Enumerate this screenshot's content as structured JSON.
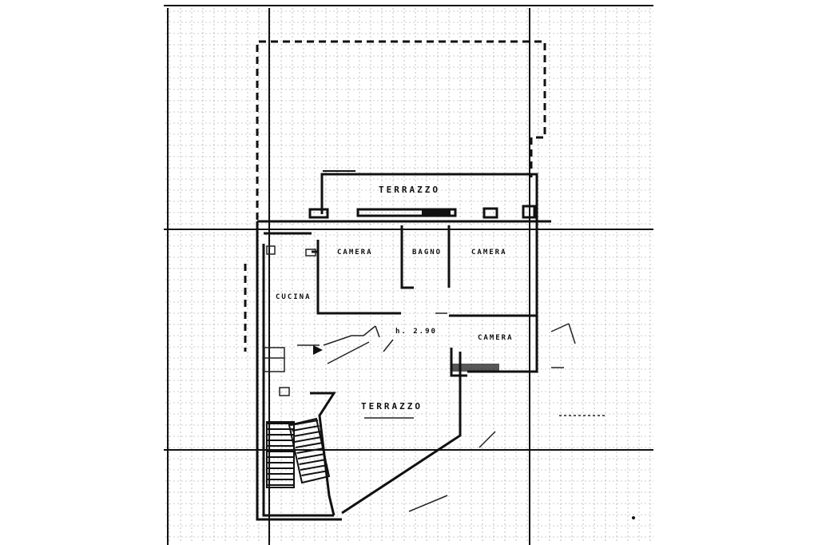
{
  "labels": {
    "terrace": "TERRAZZO",
    "bedroom_1": "CAMERA",
    "bathroom": "BAGNO",
    "bedroom_2": "CAMERA",
    "kitchen": "CUCINA",
    "corridor_height": "h. 2.90",
    "bedroom_3": "CAMERA",
    "living": "TERRAZZO"
  },
  "colors": {
    "ink": "#111111",
    "grid": "#9a9a9a",
    "paper": "#ffffff"
  }
}
